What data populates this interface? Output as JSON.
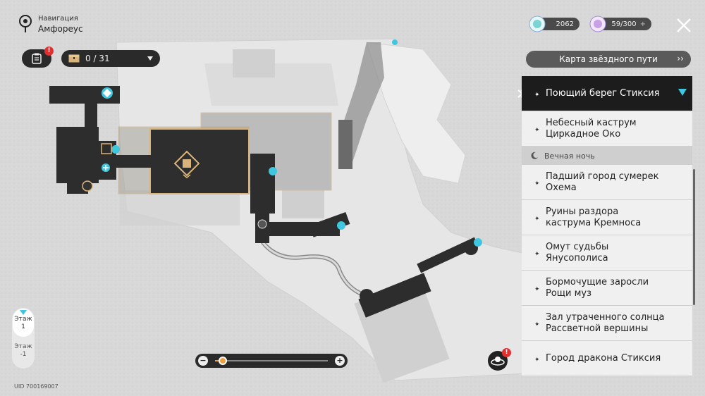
{
  "header": {
    "label": "Навигация",
    "location": "Амфореус"
  },
  "quests": {
    "badge": "!"
  },
  "chests": {
    "count": "0 / 31"
  },
  "currencies": {
    "currency1": "2062",
    "currency2": "59/300",
    "currency2_add": "+"
  },
  "panel": {
    "star_path_button": "Карта звёздного пути",
    "items_top": [
      {
        "line1": "Поющий берег Стиксия",
        "line2": ""
      },
      {
        "line1": "Небесный каструм",
        "line2": "Циркадное Око"
      }
    ],
    "section": "Вечная ночь",
    "items": [
      {
        "line1": "Падший город сумерек",
        "line2": "Охема"
      },
      {
        "line1": "Руины раздора",
        "line2": "каструма Кремноса"
      },
      {
        "line1": "Омут судьбы",
        "line2": "Янусополиса"
      },
      {
        "line1": "Бормочущие заросли",
        "line2": "Рощи муз"
      },
      {
        "line1": "Зал утраченного солнца",
        "line2": "Рассветной вершины"
      },
      {
        "line1": "Город дракона Стиксия",
        "line2": ""
      }
    ]
  },
  "floors": {
    "current_label": "Этаж",
    "current_num": "1",
    "other_label": "Этаж",
    "other_num": "-1"
  },
  "zoom": {
    "minus": "−",
    "plus": "+",
    "level": 0.07
  },
  "dream": {
    "badge": "!"
  },
  "uid": "UID 700169007",
  "colors": {
    "accent": "#3fc7e0",
    "zoom": "#f0a040",
    "badge": "#e03030",
    "active_bg": "#1c1c1c"
  }
}
